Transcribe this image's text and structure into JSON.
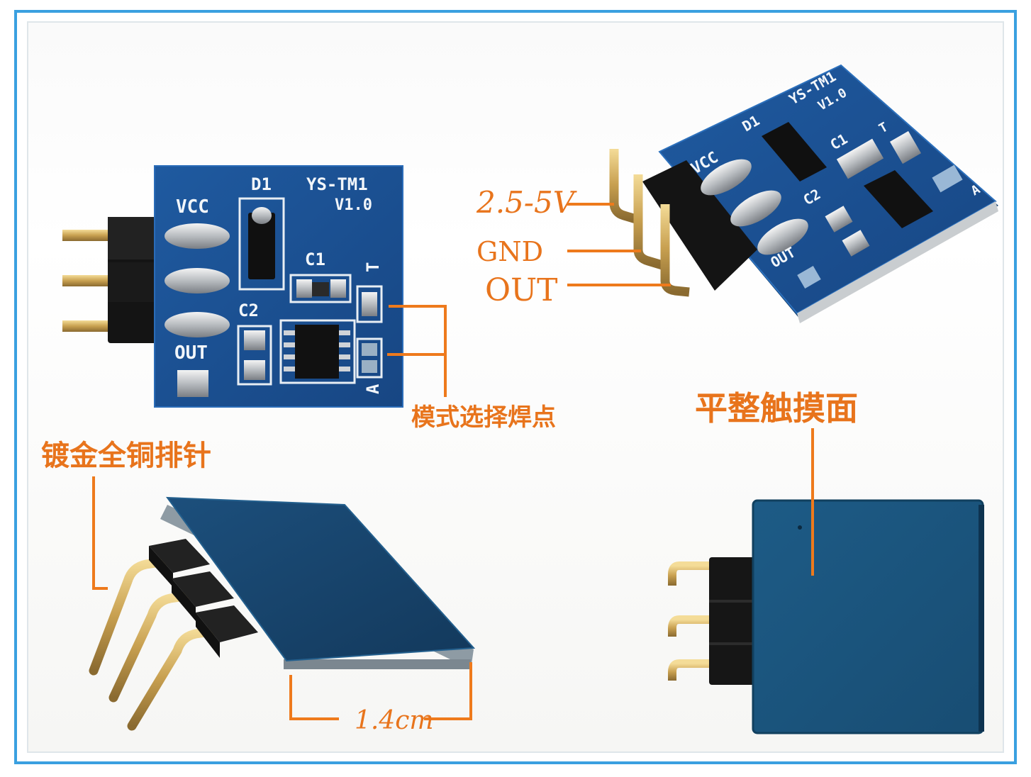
{
  "pcb_silkscreen": {
    "model": "YS-TM1",
    "version": "V1.0",
    "vcc": "VCC",
    "out": "OUT",
    "d1": "D1",
    "c1": "C1",
    "c2": "C2",
    "pad_t": "T",
    "pad_a": "A"
  },
  "callouts": {
    "voltage": "2.5-5V",
    "gnd": "GND",
    "out": "OUT",
    "mode_select": "模式选择焊点",
    "pins": "镀金全铜排针",
    "surface": "平整触摸面",
    "dimension": "1.4cm"
  },
  "colors": {
    "frame": "#3aa0e0",
    "pcb": "#1a4e8c",
    "callout": "#e8741c"
  }
}
